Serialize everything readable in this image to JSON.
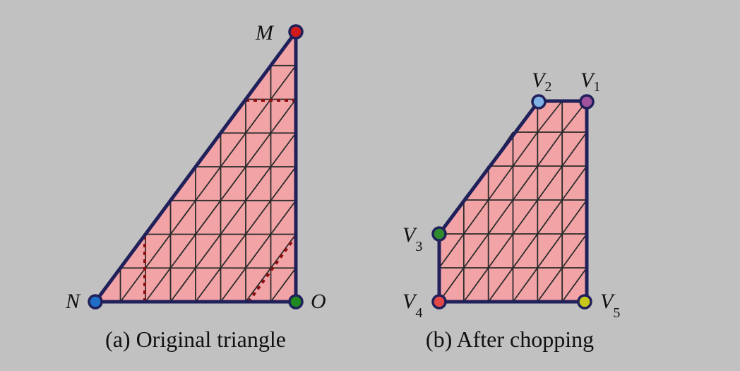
{
  "diagram": {
    "colors": {
      "background": "#c1c1c1",
      "fill": "#f2a3a5",
      "grid": "#2b2b2b",
      "outline": "#20205a",
      "dashed": "#8b1010"
    },
    "panel_a": {
      "caption": "(a) Original triangle",
      "vertices": [
        {
          "id": "M",
          "label": "M",
          "sub": "",
          "color": "#d11a1a"
        },
        {
          "id": "N",
          "label": "N",
          "sub": "",
          "color": "#1f6fc8"
        },
        {
          "id": "O",
          "label": "O",
          "sub": "",
          "color": "#1f8a1f"
        }
      ]
    },
    "panel_b": {
      "caption": "(b) After chopping",
      "vertices": [
        {
          "id": "V1",
          "label": "V",
          "sub": "1",
          "color": "#a0529c"
        },
        {
          "id": "V2",
          "label": "V",
          "sub": "2",
          "color": "#7fb0e6"
        },
        {
          "id": "V3",
          "label": "V",
          "sub": "3",
          "color": "#2e8b2e"
        },
        {
          "id": "V4",
          "label": "V",
          "sub": "4",
          "color": "#e24848"
        },
        {
          "id": "V5",
          "label": "V",
          "sub": "5",
          "color": "#c8c81a"
        }
      ]
    }
  }
}
